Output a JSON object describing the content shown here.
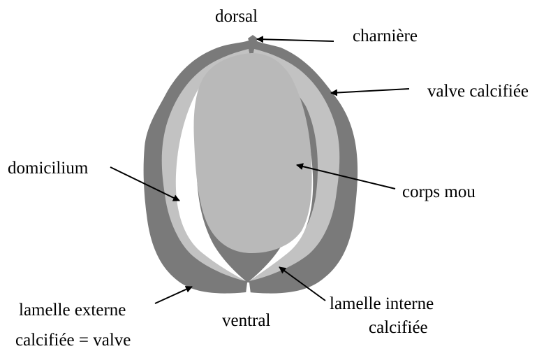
{
  "labels": {
    "dorsal": "dorsal",
    "charniere": "charnière",
    "valve_calcifiee": "valve calcifiée",
    "domicilium": "domicilium",
    "corps_mou": "corps mou",
    "lamelle_externe_line1": "lamelle externe",
    "lamelle_externe_line2": "calcifiée = valve",
    "ventral": "ventral",
    "lamelle_interne_line1": "lamelle interne",
    "lamelle_interne_line2": "calcifiée"
  },
  "colors": {
    "valve": "#7a7a7a",
    "inner_lamella": "#c2c2c2",
    "soft_body": "#b9b9b9",
    "domicilium": "#ffffff",
    "text": "#000000",
    "arrow": "#000000"
  }
}
